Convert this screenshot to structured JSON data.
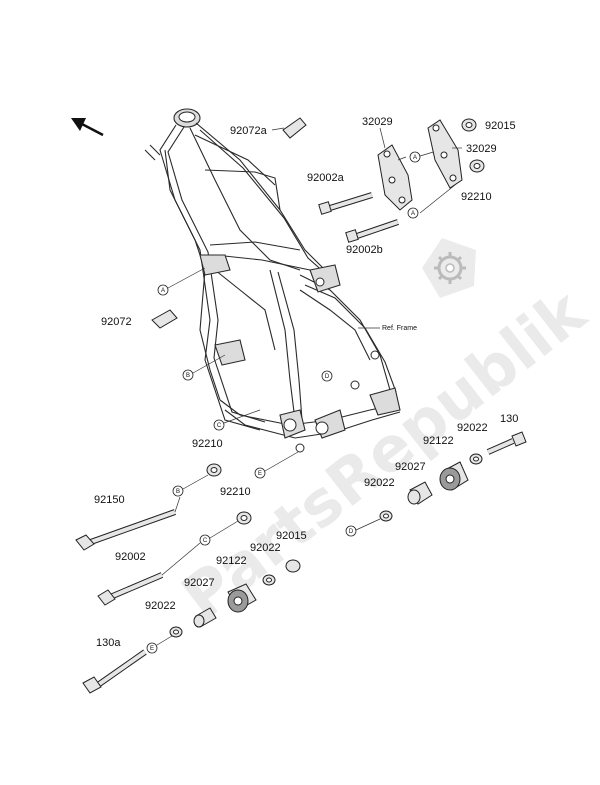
{
  "watermark": {
    "text": "PartsRepublik"
  },
  "reference": {
    "frame_label": "Ref. Frame"
  },
  "callouts": {
    "A1": "A",
    "A2": "A",
    "A3": "A",
    "B1": "B",
    "B2": "B",
    "C1": "C",
    "C2": "C",
    "D1": "D",
    "D2": "D",
    "E1": "E",
    "E2": "E"
  },
  "parts": {
    "p92072a": "92072a",
    "p32029_top": "32029",
    "p92015_top": "92015",
    "p32029_mid": "32029",
    "p92002a": "92002a",
    "p92210_right": "92210",
    "p92002b": "92002b",
    "p92072": "92072",
    "p92210_left": "92210",
    "p92150": "92150",
    "p92210_mid": "92210",
    "p92002": "92002",
    "p92015_mid": "92015",
    "p92022_mid": "92022",
    "p92027_mid": "92027",
    "p92122_mid": "92122",
    "p92022_left": "92022",
    "p130a": "130a",
    "p92022_right": "92022",
    "p92027_right": "92027",
    "p92122_right": "92122",
    "p92022_far": "92022",
    "p130": "130"
  },
  "icons": {
    "direction": "arrow-up-left-icon",
    "gear": "gear-icon"
  }
}
